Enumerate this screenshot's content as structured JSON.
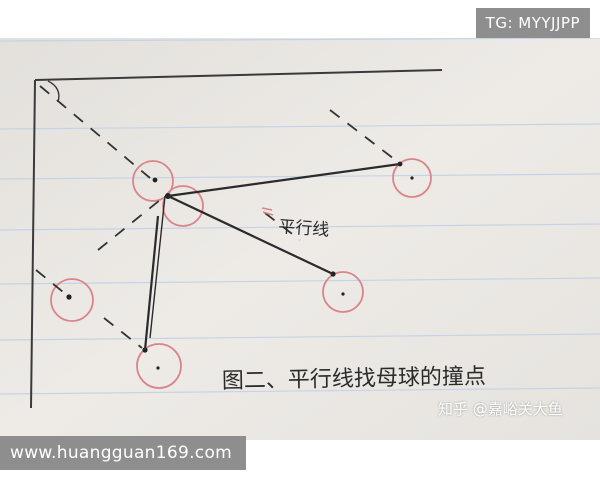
{
  "top_badge": {
    "text": "TG: MYYJJPP"
  },
  "bottom_badge": {
    "text": "www.huangguan169.com"
  },
  "photo": {
    "subject": "notebook-sketch",
    "accent_colors": {
      "pencil": "#2b2b2b",
      "red_circle": "#d9848a",
      "paper": "#ece9e4",
      "rule_line": "#c4d3e8"
    },
    "annotations": {
      "parallel_label": "平行线",
      "caption": "图二、平行线找母球的撞点"
    },
    "watermark": "知乎 @嘉峪关大鱼"
  }
}
